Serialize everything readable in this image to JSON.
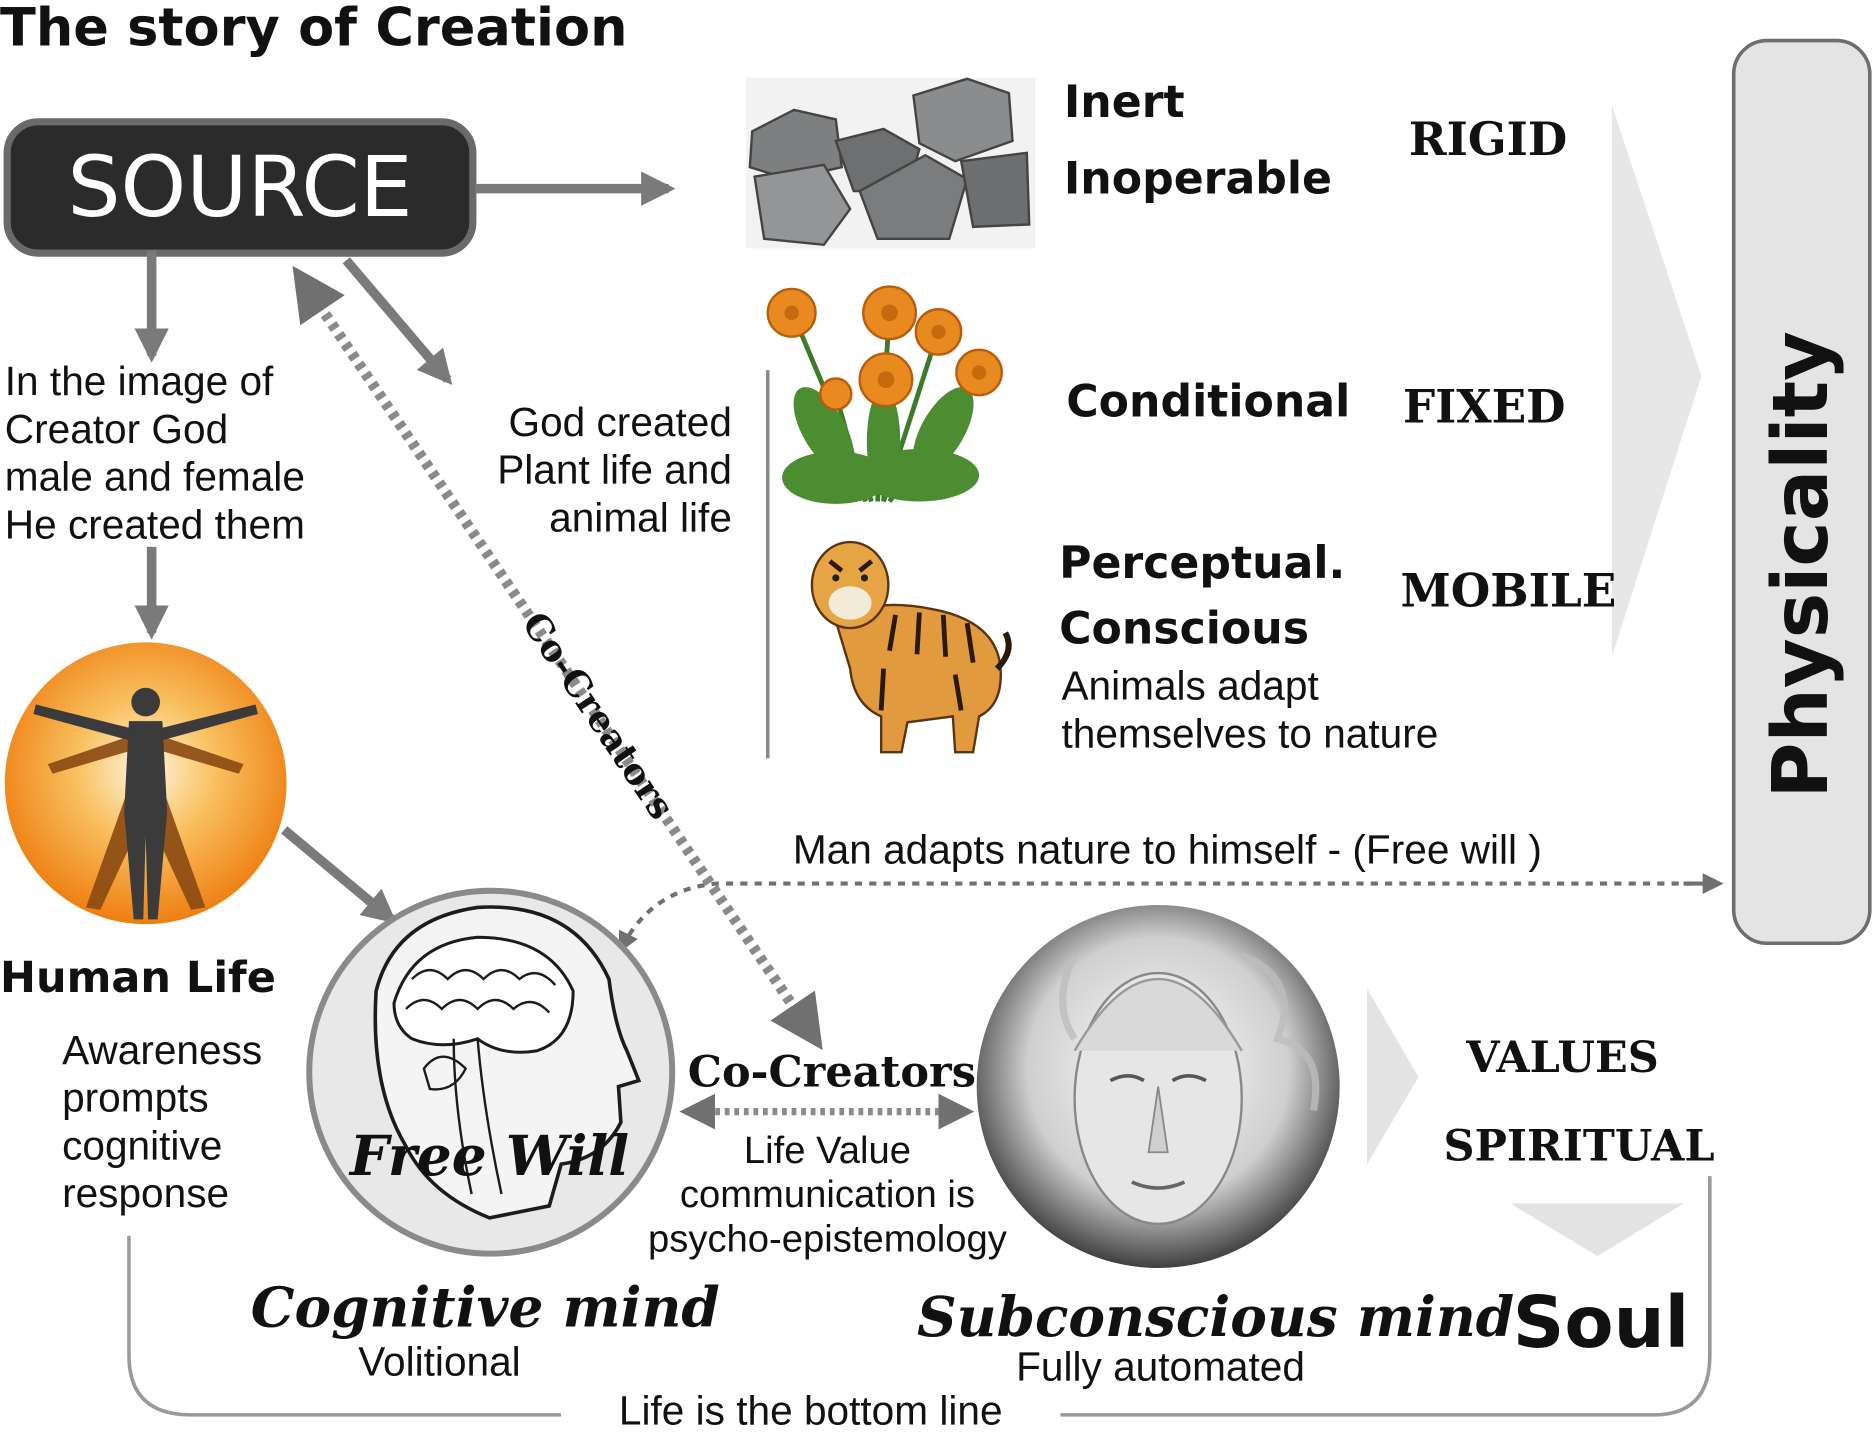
{
  "title": "The story of Creation",
  "source_label": "SOURCE",
  "image_text": "In the image of|Creator God|male and female|He created them",
  "god_created_text": "God created|Plant life and|animal life",
  "co_creators_diagonal": "Co-Creators",
  "inert": "Inert",
  "inoperable": "Inoperable",
  "rigid": "RIGID",
  "conditional": "Conditional",
  "fixed": "FIXED",
  "perceptual": "Perceptual.",
  "conscious": "Conscious",
  "mobile": "MOBILE",
  "animals_adapt": "Animals adapt|themselves to nature",
  "physicality": "Physicality",
  "man_adapts": "Man adapts nature to himself - (Free will )",
  "human_life": "Human Life",
  "awareness_text": "Awareness|prompts|cognitive|response",
  "free_will": "Free Will",
  "co_creators_center": "Co-Creators",
  "life_value_text": "Life Value|communication is|psycho-epistemology",
  "cognitive_mind": "Cognitive mind",
  "volitional": "Volitional",
  "subconscious_mind": "Subconscious mind",
  "fully_automated": "Fully automated",
  "values": "VALUES",
  "spiritual": "SPIRITUAL",
  "soul": "Soul",
  "bottom_line": "Life is the bottom line",
  "colors": {
    "arrow_gray": "#7a7a7a",
    "source_box": "#2b2b2b",
    "physicality_bar": "#e4e4e4",
    "orange_circle": "#f08a1c"
  }
}
